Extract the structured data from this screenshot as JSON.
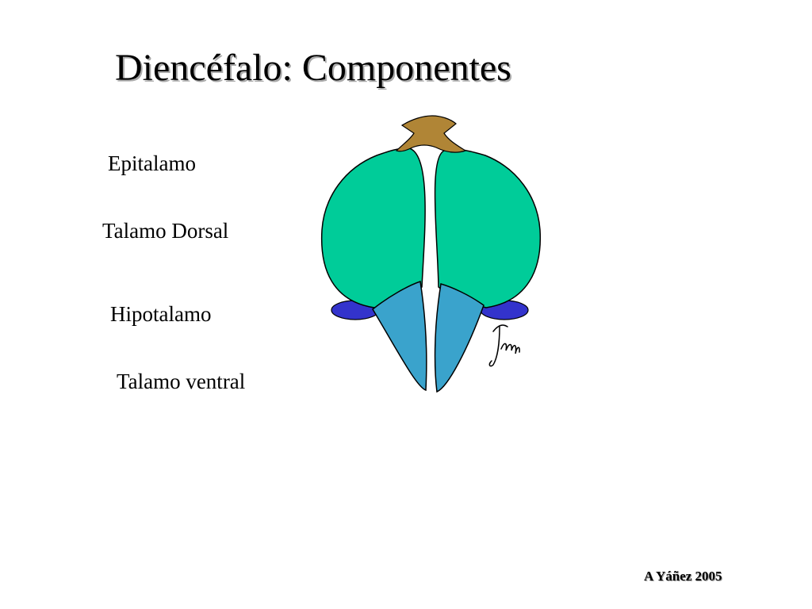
{
  "title": "Diencéfalo: Componentes",
  "labels": {
    "epitalamo": "Epitalamo",
    "talamo_dorsal": "Talamo Dorsal",
    "hipotalamo": "Hipotalamo",
    "talamo_ventral": "Talamo ventral"
  },
  "credit": "A Yáñez 2005",
  "colors": {
    "epitalamo": "#b08536",
    "talamo_dorsal": "#00cc99",
    "hipotalamo": "#3333cc",
    "talamo_ventral": "#3aa3cc"
  }
}
